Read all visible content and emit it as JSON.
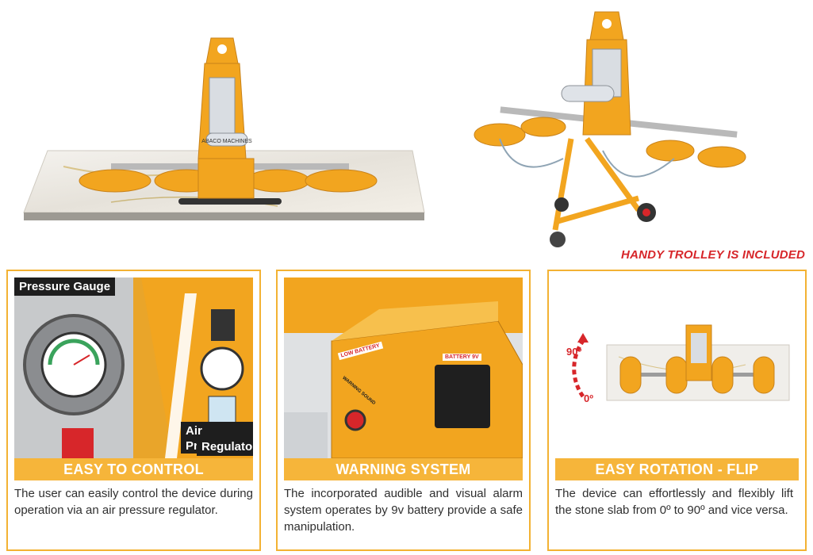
{
  "trolley_note": "HANDY TROLLEY IS INCLUDED",
  "machine_brand": "ABACO MACHINES",
  "panels": [
    {
      "title": "EASY TO CONTROL",
      "description": "The user can easily control the device during operation via an air pressure regulator.",
      "labels": [
        "Pressure Gauge",
        "Air Pressure",
        "Regulator"
      ]
    },
    {
      "title": "WARNING SYSTEM",
      "description": "The incorporated audible and visual alarm system operates by 9v battery provide a safe manipulation.",
      "labels": [
        "LOW BATTERY",
        "BATTERY 9V",
        "WARNING SOUND"
      ]
    },
    {
      "title": "EASY ROTATION - FLIP",
      "description": "The device can effortlessly and flexibly lift the stone slab from 0º to 90º and vice versa.",
      "labels": [
        "90º",
        "0º"
      ]
    }
  ],
  "colors": {
    "accent": "#f6b53a",
    "frame": "#f3b233",
    "machine": "#f2a51f",
    "alert": "#d7262a"
  }
}
